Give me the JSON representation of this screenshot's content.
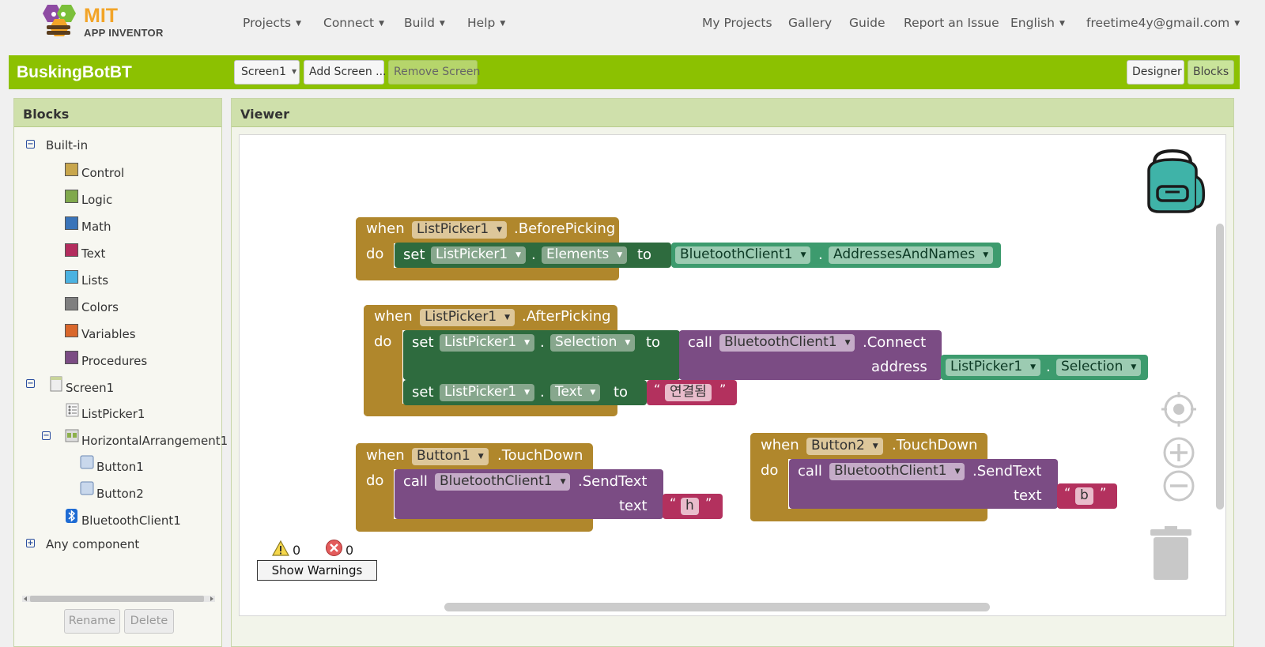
{
  "brand": {
    "line1": "MIT",
    "line2": "APP INVENTOR"
  },
  "topnav": {
    "left": [
      {
        "label": "Projects"
      },
      {
        "label": "Connect"
      },
      {
        "label": "Build"
      },
      {
        "label": "Help"
      }
    ],
    "right": {
      "my_projects": "My Projects",
      "gallery": "Gallery",
      "guide": "Guide",
      "report": "Report an Issue",
      "language": "English",
      "account": "freetime4y@gmail.com"
    }
  },
  "project": {
    "name": "BuskingBotBT",
    "screen_select": "Screen1",
    "add_screen": "Add Screen ...",
    "remove_screen": "Remove Screen",
    "designer": "Designer",
    "blocks": "Blocks"
  },
  "blocks_panel": {
    "title": "Blocks",
    "builtin": {
      "label": "Built-in",
      "items": [
        {
          "label": "Control",
          "color": "#c8a64c"
        },
        {
          "label": "Logic",
          "color": "#80a94c"
        },
        {
          "label": "Math",
          "color": "#3a74b9"
        },
        {
          "label": "Text",
          "color": "#b32d5e"
        },
        {
          "label": "Lists",
          "color": "#4bb2e1"
        },
        {
          "label": "Colors",
          "color": "#7f7f7f"
        },
        {
          "label": "Variables",
          "color": "#d9672b"
        },
        {
          "label": "Procedures",
          "color": "#7b4c84"
        }
      ]
    },
    "screen": {
      "label": "Screen1",
      "children": {
        "listpicker": "ListPicker1",
        "arrangement": "HorizontalArrangement1",
        "button1": "Button1",
        "button2": "Button2",
        "bluetooth": "BluetoothClient1"
      }
    },
    "any_component": "Any component",
    "rename": "Rename",
    "delete": "Delete"
  },
  "viewer": {
    "title": "Viewer",
    "warnings_count": "0",
    "errors_count": "0",
    "show_warnings": "Show Warnings",
    "kw": {
      "when": "when",
      "do": "do",
      "set": "set",
      "to": "to",
      "call": "call",
      "dot": ".",
      "address": "address",
      "text": "text"
    },
    "block1": {
      "component": "ListPicker1",
      "event": ".BeforePicking",
      "set_component": "ListPicker1",
      "set_property": "Elements",
      "value_component": "BluetoothClient1",
      "value_property": "AddressesAndNames"
    },
    "block2": {
      "component": "ListPicker1",
      "event": ".AfterPicking",
      "set1_component": "ListPicker1",
      "set1_property": "Selection",
      "call_component": "BluetoothClient1",
      "call_method": ".Connect",
      "arg_component": "ListPicker1",
      "arg_property": "Selection",
      "set2_component": "ListPicker1",
      "set2_property": "Text",
      "text_value": "연결됨"
    },
    "block3": {
      "component": "Button1",
      "event": ".TouchDown",
      "call_component": "BluetoothClient1",
      "call_method": ".SendText",
      "text_value": "h"
    },
    "block4": {
      "component": "Button2",
      "event": ".TouchDown",
      "call_component": "BluetoothClient1",
      "call_method": ".SendText",
      "text_value": "b"
    }
  }
}
